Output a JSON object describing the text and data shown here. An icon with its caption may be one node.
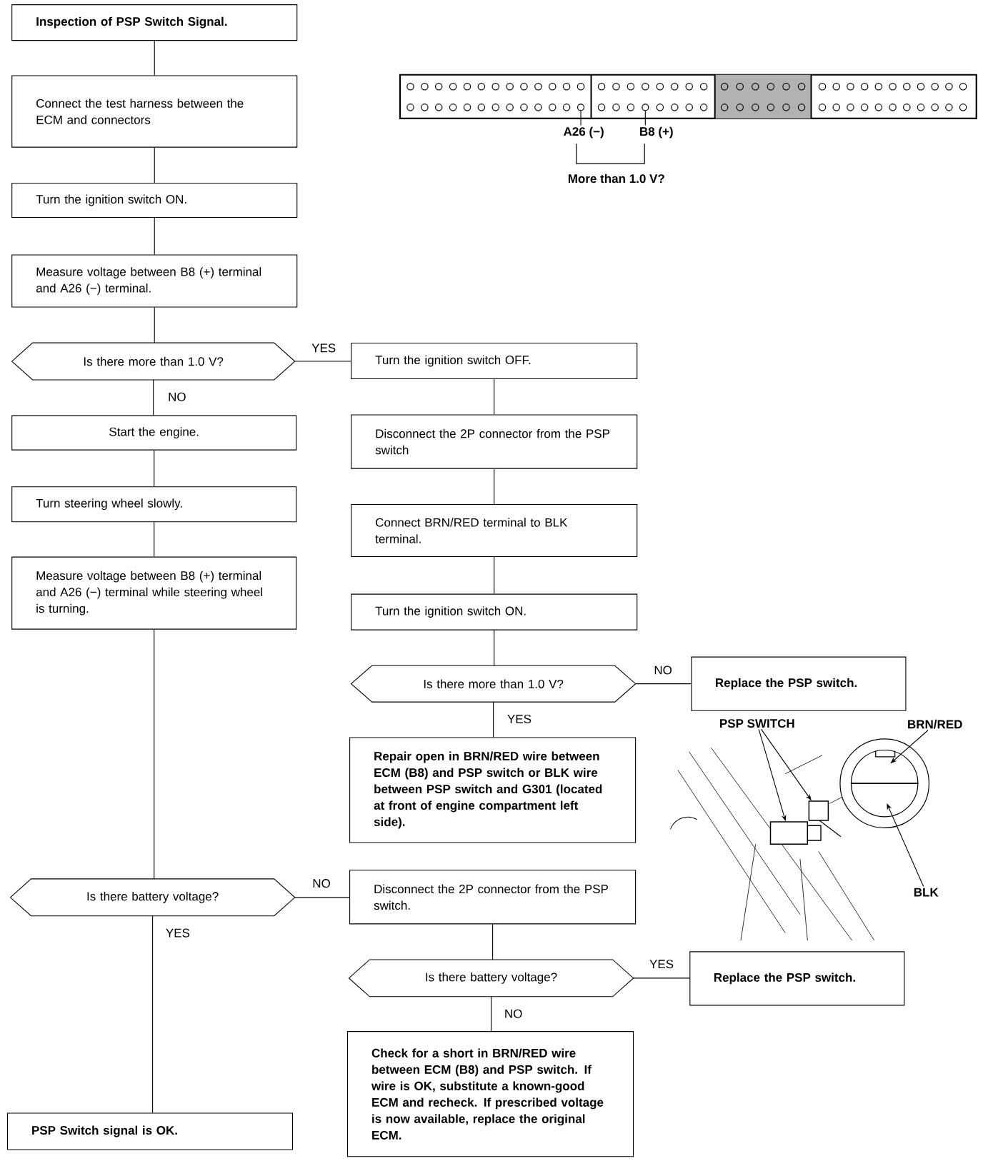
{
  "diagram": {
    "nodes": [
      {
        "text": [
          "Inspection of PSP Switch Signal."
        ]
      },
      {
        "text": [
          "Connect the test harness between the ECM and connectors"
        ]
      },
      {
        "text": [
          "Turn the ignition switch ON."
        ]
      },
      {
        "text": [
          "Measure voltage between B8 (+) terminal and A26 (−) terminal."
        ]
      },
      {
        "text": [
          "Is there more than 1.0 V?"
        ]
      },
      {
        "text": [
          "Start the engine."
        ]
      },
      {
        "text": [
          "Turn steering wheel slowly."
        ]
      },
      {
        "text": [
          "Measure voltage between B8 (+) terminal and A26 (−) terminal while steering wheel is turning."
        ]
      },
      {
        "text": [
          "Is there battery voltage?"
        ]
      },
      {
        "text": [
          "PSP Switch signal is OK."
        ]
      },
      {
        "text": [
          "Turn the ignition switch OFF."
        ]
      },
      {
        "text": [
          "Disconnect the 2P connector from the PSP switch"
        ]
      },
      {
        "text": [
          "Connect BRN/RED terminal to BLK terminal."
        ]
      },
      {
        "text": [
          "Turn the ignition switch ON."
        ]
      },
      {
        "text": [
          "Is there more than 1.0 V?"
        ]
      },
      {
        "text": [
          "Replace the PSP switch."
        ]
      },
      {
        "text": [
          "Repair open in BRN/RED wire between ECM (B8) and PSP switch or BLK wire between PSP switch and G301 (located at front of engine compartment left side)."
        ]
      },
      {
        "text": [
          "Disconnect the 2P connector from the PSP switch."
        ]
      },
      {
        "text": [
          "Is there battery voltage?"
        ]
      },
      {
        "text": [
          "Replace the PSP switch."
        ]
      },
      {
        "text": [
          "Check for a short in BRN/RED wire between ECM (B8) and PSP switch. If wire is OK, substitute a known-good ECM and recheck. If prescribed voltage is now available, replace the original ECM."
        ]
      },
      {
        "text": [
          "A26 (−)"
        ]
      },
      {
        "text": [
          "B8 (+)"
        ]
      },
      {
        "text": [
          "PSP SWITCH"
        ]
      },
      {
        "text": [
          "BRN/RED"
        ]
      },
      {
        "text": [
          "BLK"
        ]
      },
      {
        "text": [],
        "shape": "circle"
      },
      {
        "text": [],
        "shape": "circle"
      },
      {
        "text": [],
        "shape": "cylinder"
      },
      {
        "text": [],
        "shape": "box"
      },
      {
        "text": [],
        "shape": "semicircle"
      },
      {
        "text": [],
        "shape": "semicircle"
      }
    ],
    "edges": [
      {
        "from": 0,
        "to": 1,
        "arrow": "none"
      },
      {
        "from": 1,
        "to": 2,
        "arrow": "none"
      },
      {
        "from": 2,
        "to": 3,
        "arrow": "none"
      },
      {
        "from": 3,
        "to": 4,
        "arrow": "none"
      },
      {
        "from": 4,
        "to": 10,
        "arrow": "none",
        "label": "YES"
      },
      {
        "from": 4,
        "to": 5,
        "arrow": "none",
        "label": "NO"
      },
      {
        "from": 5,
        "to": 6,
        "arrow": "none"
      },
      {
        "from": 6,
        "to": 7,
        "arrow": "none"
      },
      {
        "from": 7,
        "to": 8,
        "arrow": "none"
      },
      {
        "from": 8,
        "to": 17,
        "arrow": "none",
        "label": "NO"
      },
      {
        "from": 8,
        "to": 9,
        "arrow": "none",
        "label": "YES"
      },
      {
        "from": 10,
        "to": 11,
        "arrow": "none"
      },
      {
        "from": 11,
        "to": 12,
        "arrow": "none"
      },
      {
        "from": 12,
        "to": 13,
        "arrow": "none"
      },
      {
        "from": 13,
        "to": 14,
        "arrow": "none"
      },
      {
        "from": 14,
        "to": 15,
        "arrow": "none",
        "label": "NO"
      },
      {
        "from": 14,
        "to": 16,
        "arrow": "none",
        "label": "YES"
      },
      {
        "from": 17,
        "to": 18,
        "arrow": "none"
      },
      {
        "from": 18,
        "to": 19,
        "arrow": "none",
        "label": "YES"
      },
      {
        "from": 18,
        "to": 20,
        "arrow": "none",
        "label": "NO"
      },
      {
        "from": 21,
        "to": 26,
        "arrow": "none"
      },
      {
        "from": 22,
        "to": 27,
        "arrow": "none"
      },
      {
        "from": 23,
        "to": 28,
        "arrow": "to"
      },
      {
        "from": 23,
        "to": 29,
        "arrow": "to"
      },
      {
        "from": 24,
        "to": 30,
        "arrow": "to"
      },
      {
        "from": 25,
        "to": 31,
        "arrow": "to"
      }
    ],
    "labels": [
      "More than 1.0 V?"
    ]
  }
}
